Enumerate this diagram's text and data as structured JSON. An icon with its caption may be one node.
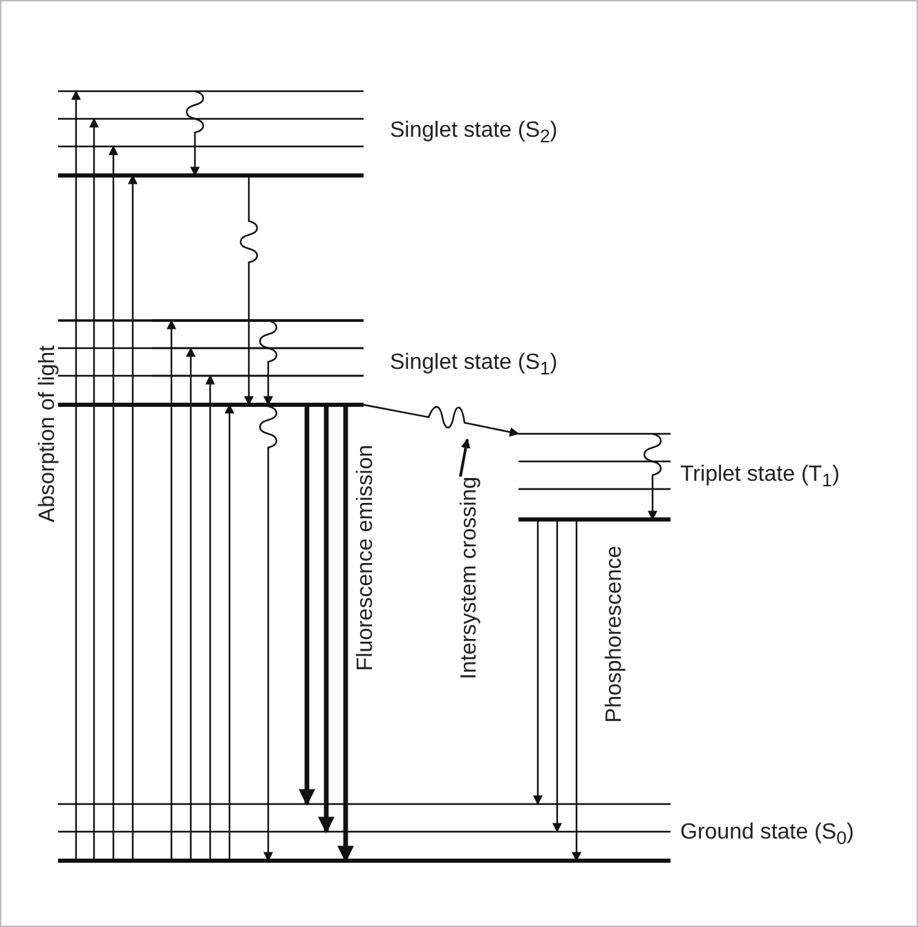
{
  "diagram": {
    "nodes": [
      {
        "text": [
          "Singlet state (S$_{2}$)"
        ]
      },
      {
        "text": [
          "Singlet state (S$_{1}$)"
        ]
      },
      {
        "text": [
          "Triplet state (T$_{1}$)"
        ]
      },
      {
        "text": [
          "Ground state (S$_{0}$)"
        ]
      },
      {
        "text": [
          "Intersystem crossing"
        ]
      }
    ],
    "edges": [
      {
        "from": 3,
        "to": 0,
        "arrow": "to"
      },
      {
        "from": 3,
        "to": 0,
        "arrow": "to"
      },
      {
        "from": 3,
        "to": 0,
        "arrow": "to"
      },
      {
        "from": 3,
        "to": 0,
        "arrow": "to"
      },
      {
        "from": 3,
        "to": 1,
        "arrow": "to"
      },
      {
        "from": 3,
        "to": 1,
        "arrow": "to"
      },
      {
        "from": 3,
        "to": 1,
        "arrow": "to"
      },
      {
        "from": 3,
        "to": 1,
        "arrow": "to"
      },
      {
        "from": 0,
        "to": 0,
        "arrow": "to"
      },
      {
        "from": 0,
        "to": 1,
        "arrow": "to"
      },
      {
        "from": 1,
        "to": 1,
        "arrow": "to"
      },
      {
        "from": 1,
        "to": 3,
        "arrow": "to"
      },
      {
        "from": 1,
        "to": 3,
        "arrow": "to",
        "style": "thick"
      },
      {
        "from": 1,
        "to": 3,
        "arrow": "to",
        "style": "thick"
      },
      {
        "from": 1,
        "to": 3,
        "arrow": "to",
        "style": "thick"
      },
      {
        "from": 1,
        "to": 2,
        "arrow": "to"
      },
      {
        "from": 2,
        "to": 2,
        "arrow": "to"
      },
      {
        "from": 2,
        "to": 3,
        "arrow": "to"
      },
      {
        "from": 2,
        "to": 3,
        "arrow": "to"
      },
      {
        "from": 2,
        "to": 3,
        "arrow": "to"
      },
      {
        "from": 4,
        "to": null,
        "arrow": "to"
      }
    ],
    "labels": [
      "Absorption of light",
      "Fluorescence emission",
      "Phosphorescence"
    ]
  }
}
